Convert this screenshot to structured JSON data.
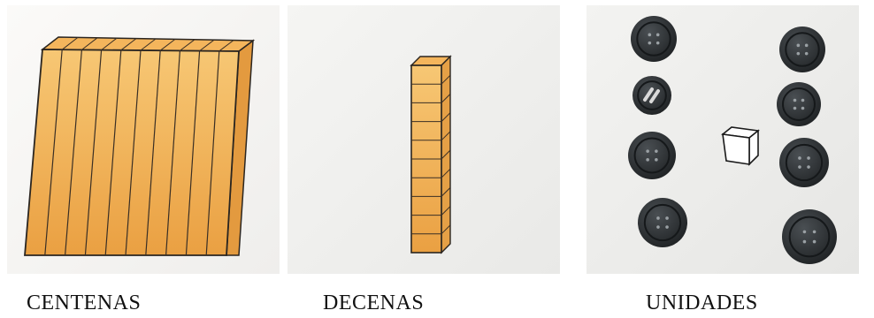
{
  "captions": {
    "centenas": "CENTENAS",
    "decenas": "DECENAS",
    "unidades": "UNIDADES"
  },
  "colors": {
    "block_light": "#f7c774",
    "block_dark": "#eaa042",
    "outline": "#2a2520",
    "button": "#2f3336"
  },
  "items": {
    "centenas_block": "hundred flat base-ten block",
    "decenas_rod": "ten rod base-ten block",
    "unidades_cube": "unit cube",
    "buttons_count": 8
  }
}
